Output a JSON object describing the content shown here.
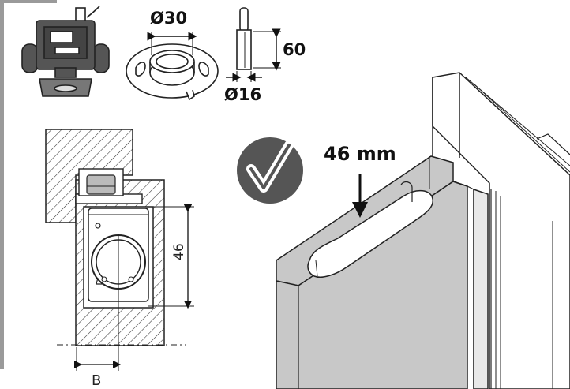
{
  "tool_diameter": "Ø30",
  "bit_diameter": "Ø16",
  "bit_length": "60",
  "section_dimension": "46",
  "offset_label": "B",
  "depth_label": "46 mm",
  "colors": {
    "line": "#222222",
    "panel_gray": "#c8c8c8",
    "check_badge": "#555555",
    "left_bar": "#9a9a9a"
  },
  "icons": [
    "router-icon",
    "template-guide-icon",
    "router-bit-icon",
    "checkmark-icon",
    "arrow-down-icon"
  ]
}
